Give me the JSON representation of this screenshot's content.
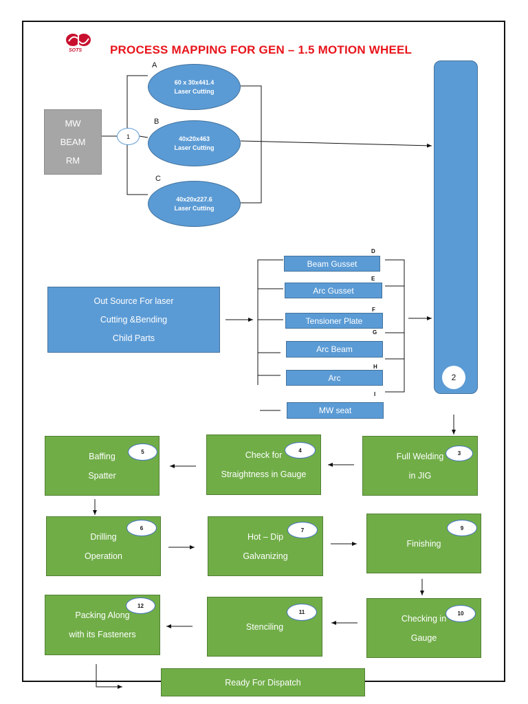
{
  "title": "PROCESS MAPPING FOR GEN – 1.5 MOTION WHEEL",
  "logo": {
    "text": "SOTS",
    "color": "#c8102e"
  },
  "raw_material": {
    "line1": "MW",
    "line2": "BEAM",
    "line3": "RM"
  },
  "node1": "1",
  "cutting": [
    {
      "letter": "A",
      "size": "60 x 30x441.4",
      "process": "Laser Cutting"
    },
    {
      "letter": "B",
      "size": "40x20x463",
      "process": "Laser Cutting"
    },
    {
      "letter": "C",
      "size": "40x20x227.6",
      "process": "Laser Cutting"
    }
  ],
  "outsource": {
    "line1": "Out Source For laser",
    "line2": "Cutting &Bending",
    "line3": "Child Parts"
  },
  "child_parts": [
    {
      "label": "Beam Gusset",
      "letter": "D"
    },
    {
      "label": "Arc Gusset",
      "letter": "E"
    },
    {
      "label": "Tensioner Plate",
      "letter": "F"
    },
    {
      "label": "Arc Beam",
      "letter": "G"
    },
    {
      "label": "Arc",
      "letter": "H"
    },
    {
      "label": "MW seat",
      "letter": "I"
    }
  ],
  "node2": "2",
  "steps": {
    "s3": {
      "num": "3",
      "line1": "Full Welding",
      "line2": "in JIG"
    },
    "s4": {
      "num": "4",
      "line1": "Check for",
      "line2": "Straightness in Gauge"
    },
    "s5": {
      "num": "5",
      "line1": "Baffing",
      "line2": "Spatter"
    },
    "s6": {
      "num": "6",
      "line1": "Drilling",
      "line2": "Operation"
    },
    "s7": {
      "num": "7",
      "line1": "Hot – Dip",
      "line2": "Galvanizing"
    },
    "s9": {
      "num": "9",
      "line1": "Finishing"
    },
    "s10": {
      "num": "10",
      "line1": "Checking in",
      "line2": "Gauge"
    },
    "s11": {
      "num": "11",
      "line1": "Stenciling"
    },
    "s12": {
      "num": "12",
      "line1": "Packing Along",
      "line2": "with its Fasteners"
    }
  },
  "dispatch": "Ready For Dispatch",
  "colors": {
    "blue": "#5b9bd5",
    "green": "#70ad47",
    "gray": "#a6a6a6",
    "title_red": "#e8141b"
  }
}
